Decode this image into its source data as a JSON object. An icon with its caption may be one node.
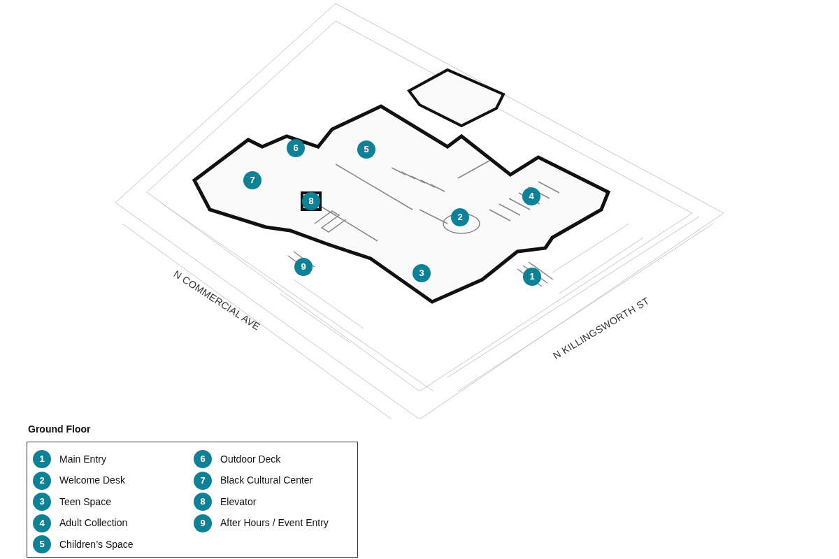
{
  "diagram": {
    "title": "Ground Floor",
    "labels": [
      "1",
      "2",
      "3",
      "4",
      "5",
      "6",
      "7",
      "8",
      "9",
      "N COMMERCIAL AVE",
      "N KILLINGSWORTH ST",
      "1",
      "2",
      "3",
      "4",
      "5",
      "6",
      "7",
      "8",
      "9"
    ],
    "legend": [
      {
        "text": "Main Entry",
        "color": "#0f8197"
      },
      {
        "text": "Welcome Desk",
        "color": "#0f8197"
      },
      {
        "text": "Teen Space",
        "color": "#0f8197"
      },
      {
        "text": "Adult Collection",
        "color": "#0f8197"
      },
      {
        "text": "Children’s Space",
        "color": "#0f8197"
      },
      {
        "text": "Outdoor Deck",
        "color": "#0f8197"
      },
      {
        "text": "Black Cultural Center",
        "color": "#0f8197"
      },
      {
        "text": "Elevator",
        "color": "#0f8197"
      },
      {
        "text": "After Hours / Event Entry",
        "color": "#0f8197"
      }
    ]
  }
}
